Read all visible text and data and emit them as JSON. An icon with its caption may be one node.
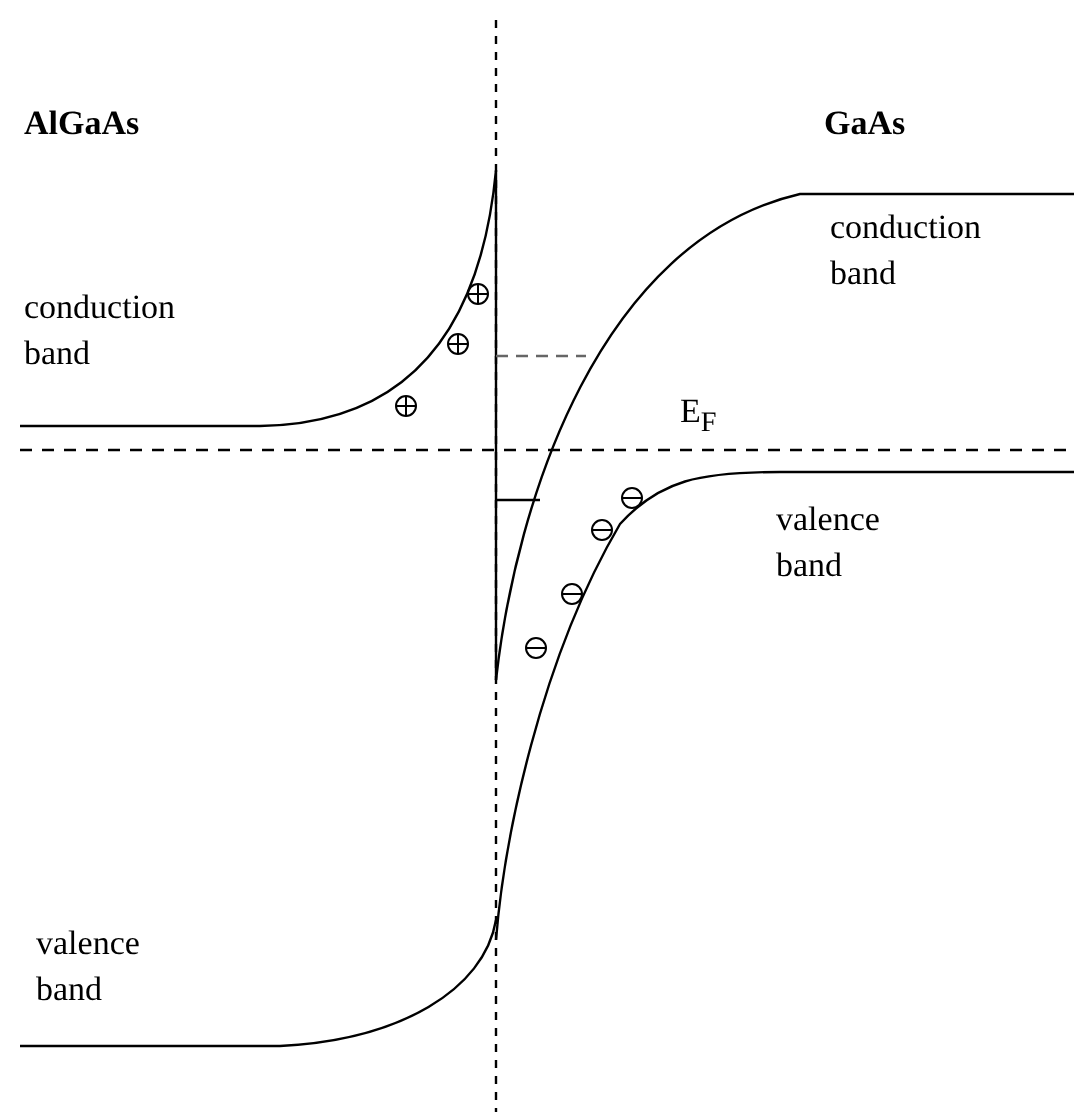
{
  "diagram": {
    "labels": [
      "AlGaAs",
      "GaAs",
      "conduction band",
      "conduction band",
      "E$_{F}$",
      "valence band",
      "valence band"
    ]
  }
}
